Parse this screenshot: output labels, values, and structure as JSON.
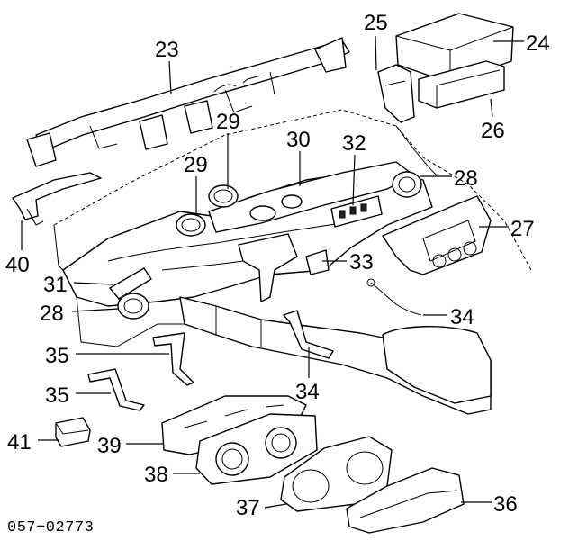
{
  "diagram": {
    "drawing_code": "057−02773",
    "callouts": [
      {
        "id": "c23",
        "text": "23"
      },
      {
        "id": "c25",
        "text": "25"
      },
      {
        "id": "c24",
        "text": "24"
      },
      {
        "id": "c26",
        "text": "26"
      },
      {
        "id": "c29a",
        "text": "29"
      },
      {
        "id": "c30",
        "text": "30"
      },
      {
        "id": "c32",
        "text": "32"
      },
      {
        "id": "c28a",
        "text": "28"
      },
      {
        "id": "c29b",
        "text": "29"
      },
      {
        "id": "c27",
        "text": "27"
      },
      {
        "id": "c40",
        "text": "40"
      },
      {
        "id": "c33",
        "text": "33"
      },
      {
        "id": "c31",
        "text": "31"
      },
      {
        "id": "c28b",
        "text": "28"
      },
      {
        "id": "c34a",
        "text": "34"
      },
      {
        "id": "c35a",
        "text": "35"
      },
      {
        "id": "c35b",
        "text": "35"
      },
      {
        "id": "c34b",
        "text": "34"
      },
      {
        "id": "c41",
        "text": "41"
      },
      {
        "id": "c39",
        "text": "39"
      },
      {
        "id": "c38",
        "text": "38"
      },
      {
        "id": "c37",
        "text": "37"
      },
      {
        "id": "c36",
        "text": "36"
      }
    ]
  }
}
